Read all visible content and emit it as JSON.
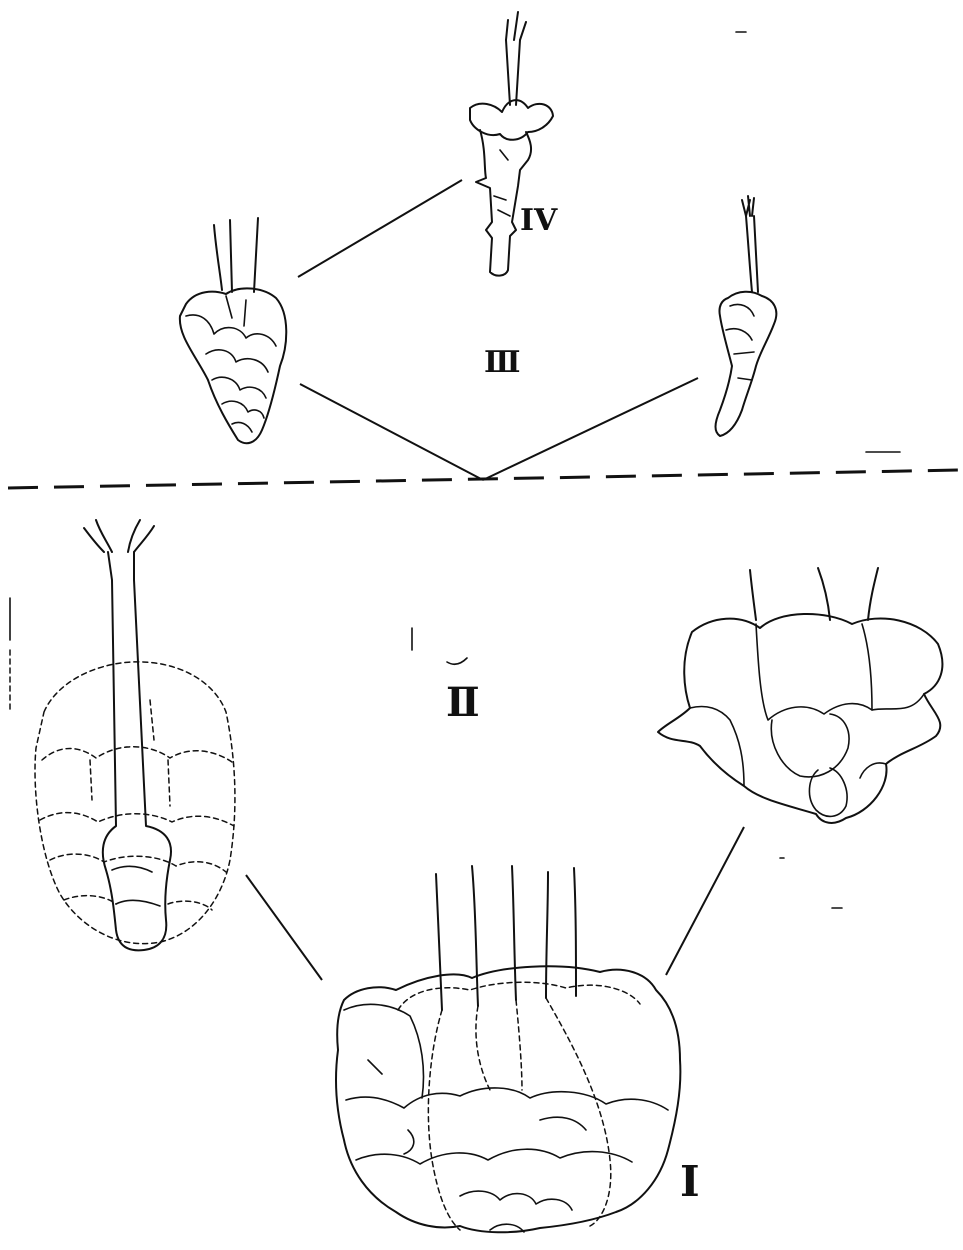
{
  "labels": {
    "top_center": "IV",
    "top_middle": "Ⅲ",
    "bottom_middle": "Ⅱ",
    "bottom_right_corner": "I"
  },
  "colors": {
    "ink": "#111111",
    "background": "#ffffff"
  }
}
